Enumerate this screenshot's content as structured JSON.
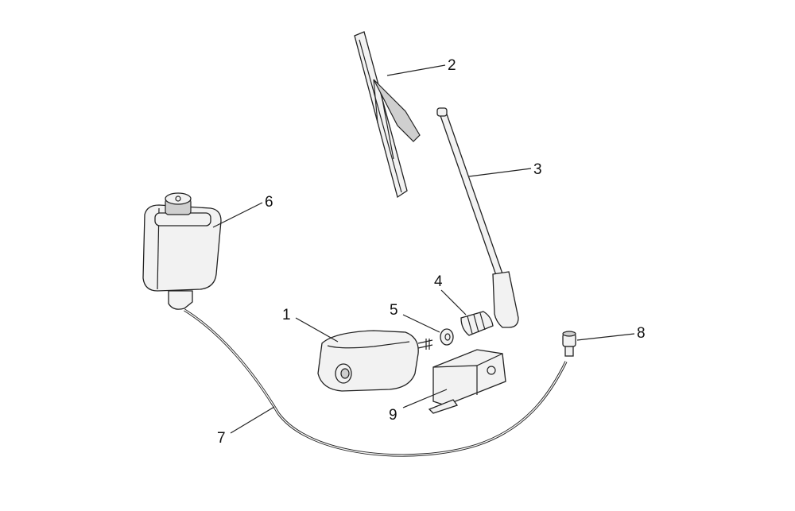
{
  "diagram": {
    "callouts": [
      {
        "number": "1",
        "part": "washer-pump"
      },
      {
        "number": "2",
        "part": "wiper-blade"
      },
      {
        "number": "3",
        "part": "wiper-arm"
      },
      {
        "number": "4",
        "part": "spindle-cap"
      },
      {
        "number": "5",
        "part": "nut"
      },
      {
        "number": "6",
        "part": "washer-reservoir"
      },
      {
        "number": "7",
        "part": "washer-hose"
      },
      {
        "number": "8",
        "part": "washer-jet"
      },
      {
        "number": "9",
        "part": "bracket"
      }
    ]
  }
}
